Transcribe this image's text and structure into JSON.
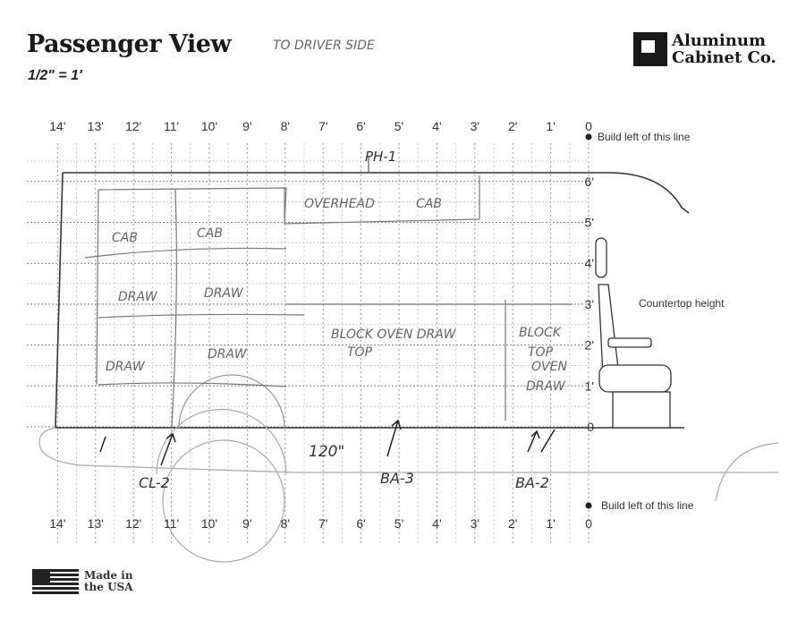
{
  "header": {
    "title": "Passenger View",
    "scale": "1/2\" = 1'",
    "handwritten_note": "TO DRIVER SIDE"
  },
  "logo": {
    "line1": "Aluminum",
    "line2": "Cabinet Co."
  },
  "ruler": {
    "feet_labels": [
      "14'",
      "13'",
      "12'",
      "11'",
      "10'",
      "9'",
      "8'",
      "7'",
      "6'",
      "5'",
      "4'",
      "3'",
      "2'",
      "1'",
      "0"
    ],
    "height_labels": [
      "6'",
      "5'",
      "4'",
      "3'",
      "2'",
      "1'",
      "0"
    ],
    "top_note": "Build left of this line",
    "bottom_note": "Build left of this line",
    "countertop_label": "Countertop height"
  },
  "annotations": {
    "ph": "PH-1",
    "overhead": "OVERHEAD",
    "overhead_cab": "CAB",
    "cab1": "CAB",
    "cab2": "CAB",
    "draw1": "DRAW",
    "draw2": "DRAW",
    "draw3": "DRAW",
    "draw4": "DRAW",
    "block1_a": "BLOCK OVEN DRAW",
    "block1_b": "TOP",
    "block2_a": "BLOCK",
    "block2_b": "TOP",
    "block2_c": "OVEN",
    "block2_d": "DRAW",
    "length": "120\"",
    "cl": "CL-2",
    "ba3": "BA-3",
    "ba2": "BA-2"
  },
  "footer": {
    "line1": "Made in",
    "line2": "the USA"
  }
}
